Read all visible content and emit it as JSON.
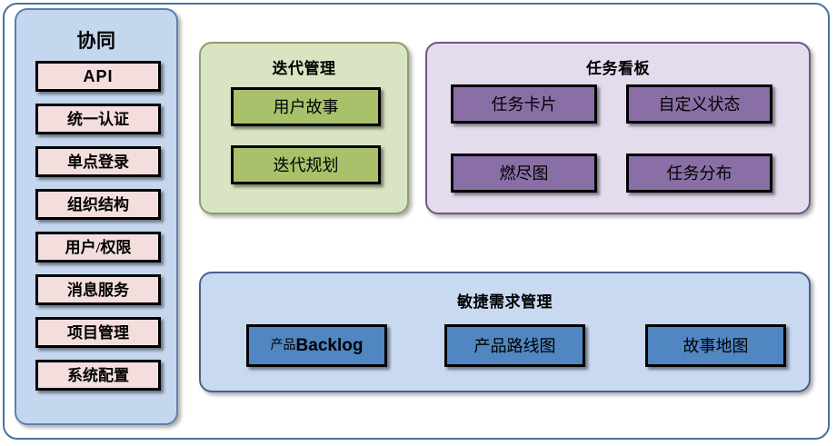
{
  "diagram": {
    "sidebar": {
      "title": "协同",
      "items": [
        {
          "label": "API"
        },
        {
          "label": "统一认证"
        },
        {
          "label": "单点登录"
        },
        {
          "label": "组织结构"
        },
        {
          "label": "用户/权限"
        },
        {
          "label": "消息服务"
        },
        {
          "label": "项目管理"
        },
        {
          "label": "系统配置"
        }
      ]
    },
    "panels": [
      {
        "key": "iteration",
        "title": "迭代管理",
        "items": [
          {
            "label": "用户故事"
          },
          {
            "label": "迭代规划"
          }
        ]
      },
      {
        "key": "taskboard",
        "title": "任务看板",
        "items": [
          {
            "label": "任务卡片"
          },
          {
            "label": "自定义状态"
          },
          {
            "label": "燃尽图"
          },
          {
            "label": "任务分布"
          }
        ]
      },
      {
        "key": "agile",
        "title": "敏捷需求管理",
        "items": [
          {
            "label_cjk": "产品",
            "label_latin": "Backlog"
          },
          {
            "label": "产品路线图"
          },
          {
            "label": "故事地图"
          }
        ]
      }
    ]
  },
  "colors": {
    "frame_border": "#4472a0",
    "sidebar_bg": "#c5d7ef",
    "sidebar_border": "#5b82ad",
    "sidebar_node_bg": "#f3dedd",
    "green_panel_bg": "#d9e4c3",
    "green_panel_border": "#8f9e6e",
    "green_node_bg": "#a8c16a",
    "purple_panel_bg": "#e4dced",
    "purple_panel_border": "#6b5a7e",
    "purple_node_bg": "#8a6fa6",
    "blue_panel_bg": "#c8d9f0",
    "blue_panel_border": "#49618b",
    "blue_node_bg": "#5086c1",
    "node_border": "#000000"
  }
}
